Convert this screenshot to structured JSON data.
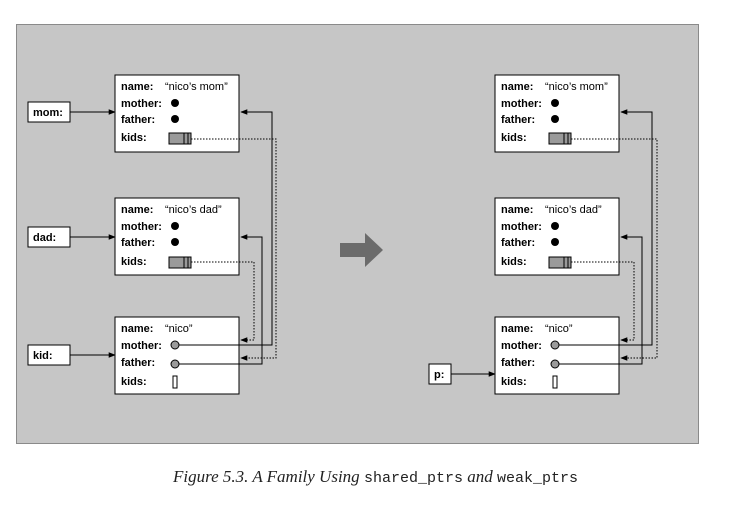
{
  "left_state": {
    "objects": [
      {
        "name_label": "name:",
        "name_value": "“nico’s mom”",
        "mother_label": "mother:",
        "father_label": "father:",
        "kids_label": "kids:"
      },
      {
        "name_label": "name:",
        "name_value": "“nico’s dad”",
        "mother_label": "mother:",
        "father_label": "father:",
        "kids_label": "kids:"
      },
      {
        "name_label": "name:",
        "name_value": "“nico”",
        "mother_label": "mother:",
        "father_label": "father:",
        "kids_label": "kids:"
      }
    ],
    "variables": [
      "mom:",
      "dad:",
      "kid:"
    ]
  },
  "right_state": {
    "objects": [
      {
        "name_label": "name:",
        "name_value": "“nico’s mom”",
        "mother_label": "mother:",
        "father_label": "father:",
        "kids_label": "kids:"
      },
      {
        "name_label": "name:",
        "name_value": "“nico’s dad”",
        "mother_label": "mother:",
        "father_label": "father:",
        "kids_label": "kids:"
      },
      {
        "name_label": "name:",
        "name_value": "“nico”",
        "mother_label": "mother:",
        "father_label": "father:",
        "kids_label": "kids:"
      }
    ],
    "variables": [
      "p:"
    ]
  },
  "caption": {
    "prefix": "Figure 5.3. A Family Using ",
    "code1": "shared_ptrs",
    "middle": " and ",
    "code2": "weak_ptrs"
  },
  "colors": {
    "panel": "#c6c6c6",
    "box": "#ffffff",
    "weak_pointer_fill": "#9a9a9a",
    "transition_arrow": "#6b6b6b"
  }
}
